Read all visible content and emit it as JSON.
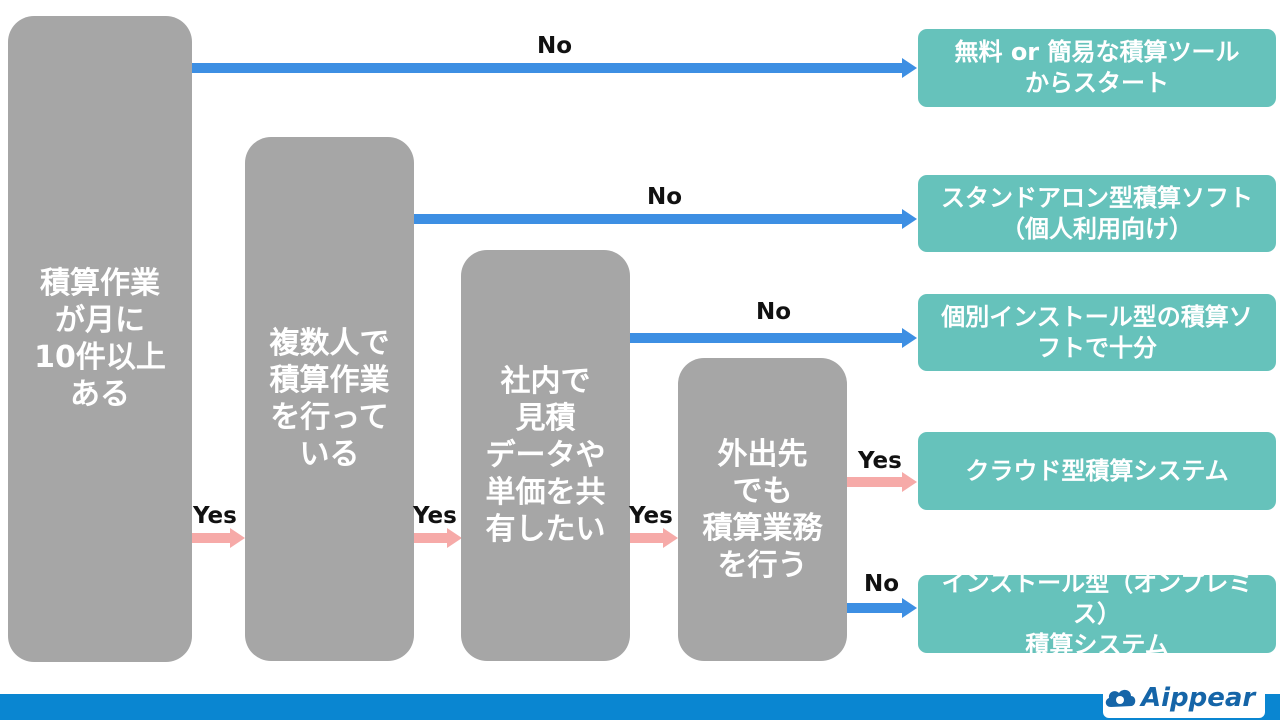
{
  "colors": {
    "question_box": "#a6a6a6",
    "result_box": "#66c2bb",
    "no_arrow": "#3d8fe3",
    "yes_arrow": "#f6aaa8",
    "footer_bar": "#0a86d1",
    "logo": "#1565a8"
  },
  "questions": [
    "積算作業\nが月に\n10件以上\nある",
    "複数人で\n積算作業\nを行って\nいる",
    "社内で\n見積\nデータや\n単価を共\n有したい",
    "外出先\nでも\n積算業務\nを行う"
  ],
  "results": [
    "無料 or 簡易な積算ツール\nからスタート",
    "スタンドアロン型積算ソフト\n（個人利用向け）",
    "個別インストール型の積算ソ\nフトで十分",
    "クラウド型積算システム",
    "インストール型（オンプレミス）\n積算システム"
  ],
  "labels": {
    "no": "No",
    "yes": "Yes"
  },
  "logo": {
    "text": "Aippear",
    "icon": "cloud-icon"
  }
}
